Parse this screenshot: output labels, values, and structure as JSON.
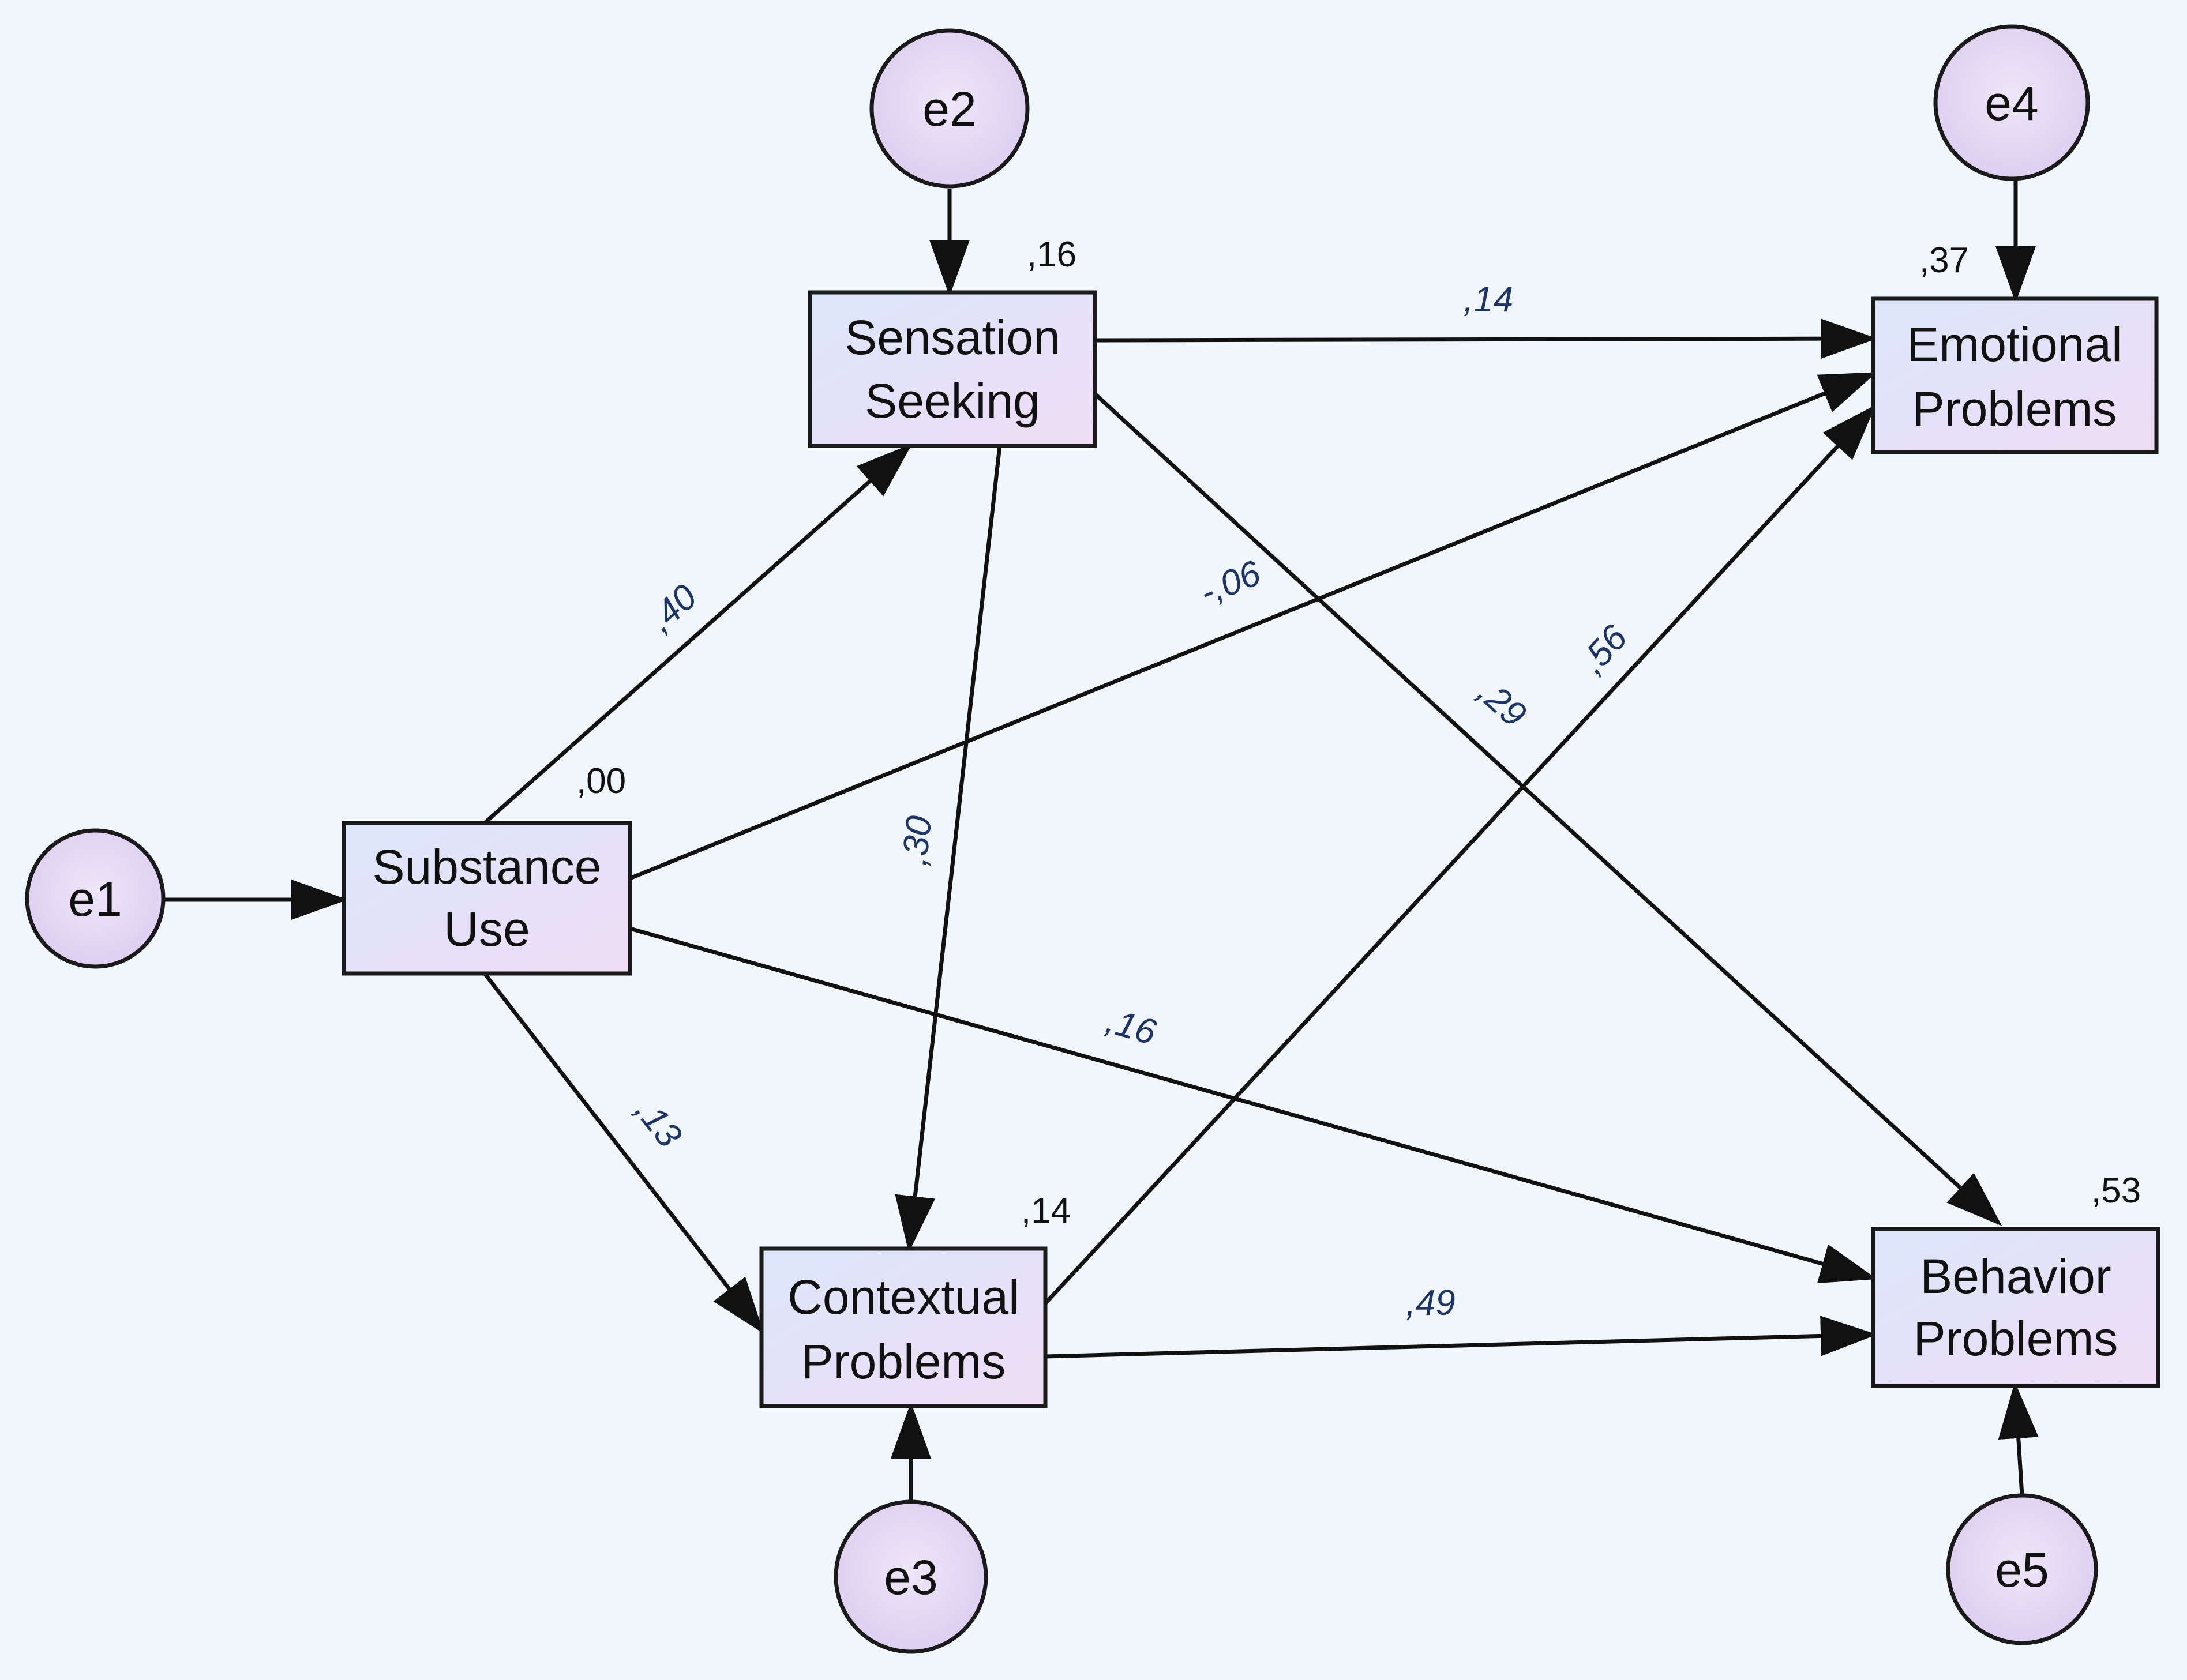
{
  "colors": {
    "background": "#f0f6fb",
    "box_fill_start": "#dce7fb",
    "box_fill_end": "#eedcf4",
    "circle_fill": "#e6daf5",
    "stroke": "#111111",
    "coefficient_text": "#1c3566"
  },
  "nodes": {
    "substance_use": {
      "line1": "Substance",
      "line2": "Use",
      "r2": ",00"
    },
    "sensation_seeking": {
      "line1": "Sensation",
      "line2": "Seeking",
      "r2": ",16"
    },
    "contextual_problems": {
      "line1": "Contextual",
      "line2": "Problems",
      "r2": ",14"
    },
    "emotional_problems": {
      "line1": "Emotional",
      "line2": "Problems",
      "r2": ",37"
    },
    "behavior_problems": {
      "line1": "Behavior",
      "line2": "Problems",
      "r2": ",53"
    }
  },
  "errors": {
    "e1": "e1",
    "e2": "e2",
    "e3": "e3",
    "e4": "e4",
    "e5": "e5"
  },
  "paths": {
    "su_to_ss": ",40",
    "su_to_ep": "-,06",
    "su_to_bp": ",16",
    "su_to_cp": ",13",
    "ss_to_ep": ",14",
    "ss_to_bp": ",29",
    "ss_to_cp": ",30",
    "cp_to_ep": ",56",
    "cp_to_bp": ",49"
  }
}
